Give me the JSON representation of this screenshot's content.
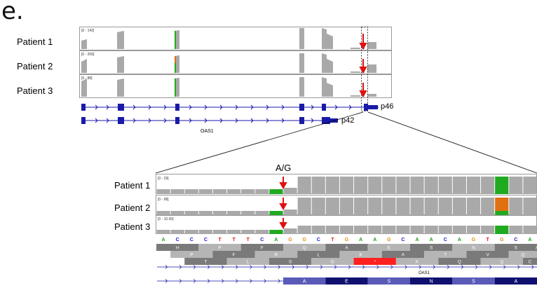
{
  "figure_letter": "e.",
  "top": {
    "patients": [
      {
        "label": "Patient 1",
        "range": "[0 - 142]"
      },
      {
        "label": "Patient 2",
        "range": "[0 - 209]"
      },
      {
        "label": "Patient 3",
        "range": "[0 - 88]"
      }
    ],
    "isoforms": [
      "p46",
      "p42"
    ],
    "gene": "OAS1"
  },
  "zoom": {
    "variant_label": "A/G",
    "patients": [
      {
        "label": "Patient 1",
        "range": "[0 - 29]"
      },
      {
        "label": "Patient 2",
        "range": "[0 - 98]"
      },
      {
        "label": "Patient 3",
        "range": "[0 - 10.00]"
      }
    ],
    "sequence": [
      "A",
      "C",
      "C",
      "C",
      "T",
      "T",
      "T",
      "C",
      "A",
      "G",
      "G",
      "C",
      "T",
      "G",
      "A",
      "A",
      "G",
      "C",
      "A",
      "A",
      "C",
      "A",
      "G",
      "T",
      "G",
      "C",
      "A"
    ],
    "frame1": [
      "H",
      "P",
      "F",
      "Q",
      "A",
      "E",
      "S",
      "N",
      "S",
      "A"
    ],
    "frame2": [
      "P",
      "F",
      "R",
      "L",
      "K",
      "A",
      "T",
      "V",
      "Q"
    ],
    "frame3": [
      "T",
      "L",
      "S",
      "G",
      "*",
      "K",
      "Q",
      "Q",
      "C"
    ],
    "gene": "OAS1",
    "exon_aa": [
      "A",
      "E",
      "S",
      "N",
      "S",
      "A"
    ]
  },
  "colors": {
    "coverage": "#a9a9a9",
    "gene_blue": "#1a1aa8",
    "arrow_red": "#e01010",
    "mismatch_green": "#1faa1f",
    "mismatch_orange": "#e07010",
    "stop_red": "#ff2020",
    "base_A": "#1a9e1a",
    "base_C": "#1a1ad0",
    "base_G": "#e08a10",
    "base_T": "#e01010"
  }
}
